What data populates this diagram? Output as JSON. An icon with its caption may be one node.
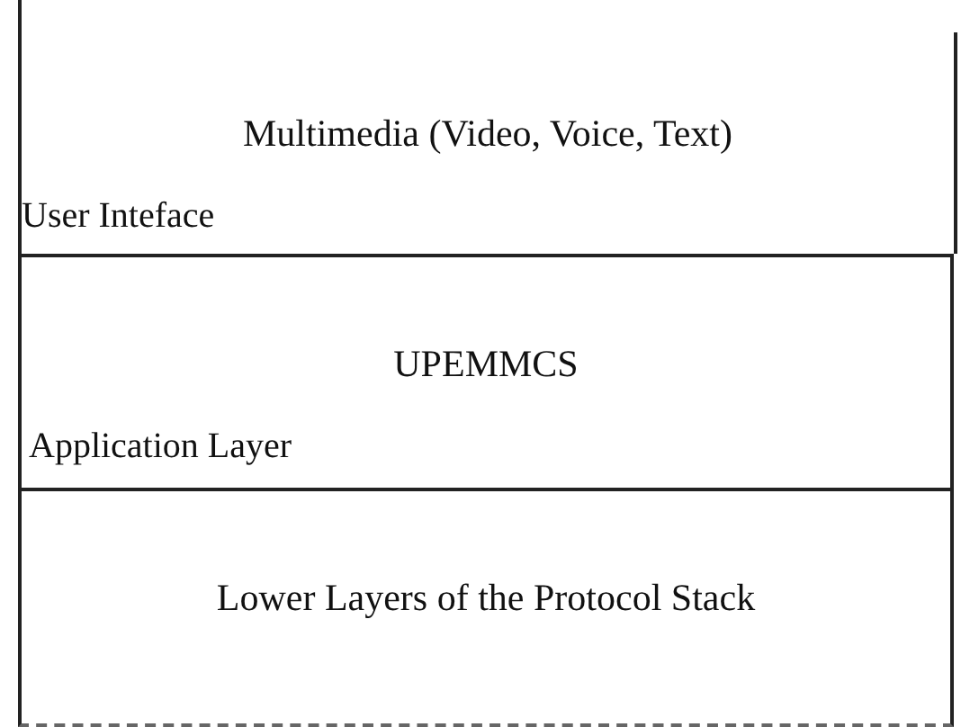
{
  "diagram": {
    "nodes": [
      {
        "text": [
          "Multimedia (Video, Voice, Text)",
          "User Inteface"
        ]
      },
      {
        "text": [
          "UPEMMCS",
          "Application Layer"
        ]
      },
      {
        "text": [
          "Lower Layers of the Protocol Stack"
        ]
      }
    ]
  }
}
